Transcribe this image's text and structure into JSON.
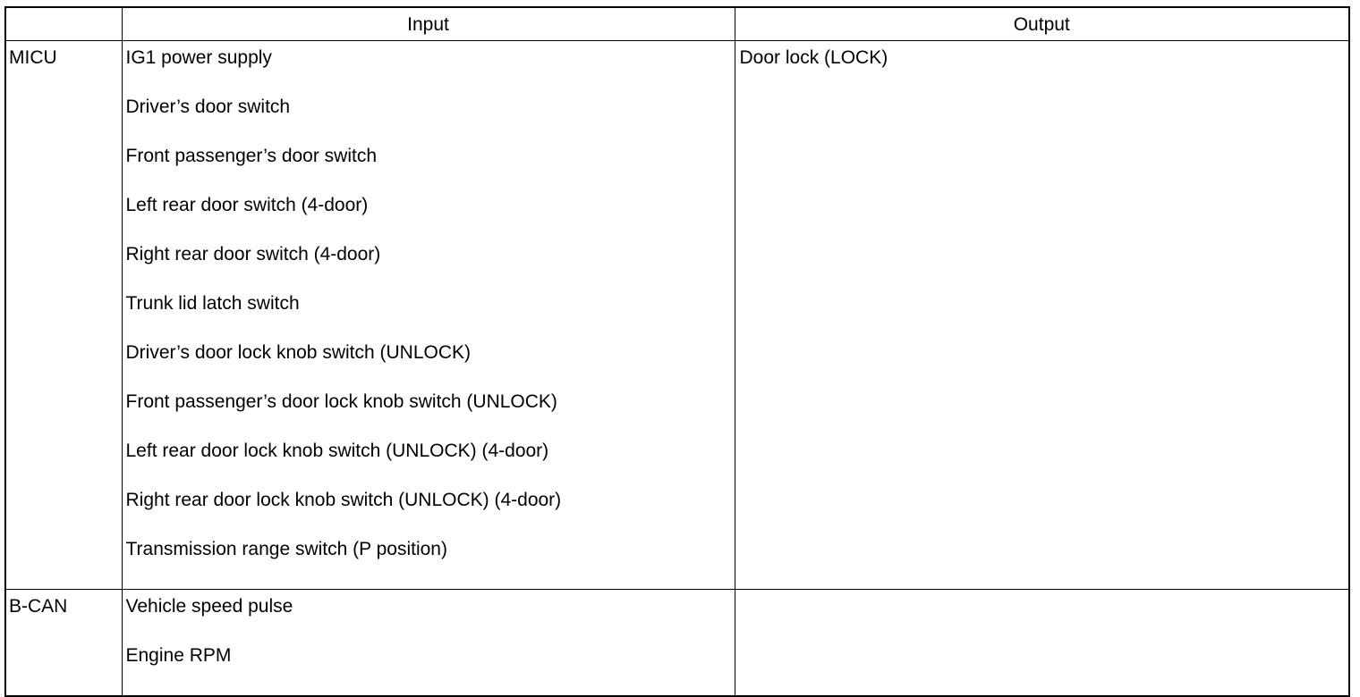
{
  "header": {
    "blank": "",
    "input": "Input",
    "output": "Output"
  },
  "rows": [
    {
      "source": "MICU",
      "inputs": [
        "IG1 power supply",
        "Driver’s door switch",
        "Front passenger’s door switch",
        "Left rear door switch (4-door)",
        "Right rear door switch (4-door)",
        "Trunk lid latch switch",
        "Driver’s door lock knob switch (UNLOCK)",
        "Front passenger’s door lock knob switch (UNLOCK)",
        "Left rear door lock knob switch (UNLOCK) (4-door)",
        "Right rear door lock knob switch (UNLOCK) (4-door)",
        "Transmission range switch (P position)"
      ],
      "outputs": [
        "Door lock (LOCK)"
      ]
    },
    {
      "source": "B-CAN",
      "inputs": [
        "Vehicle speed pulse",
        "Engine RPM"
      ],
      "outputs": []
    }
  ]
}
